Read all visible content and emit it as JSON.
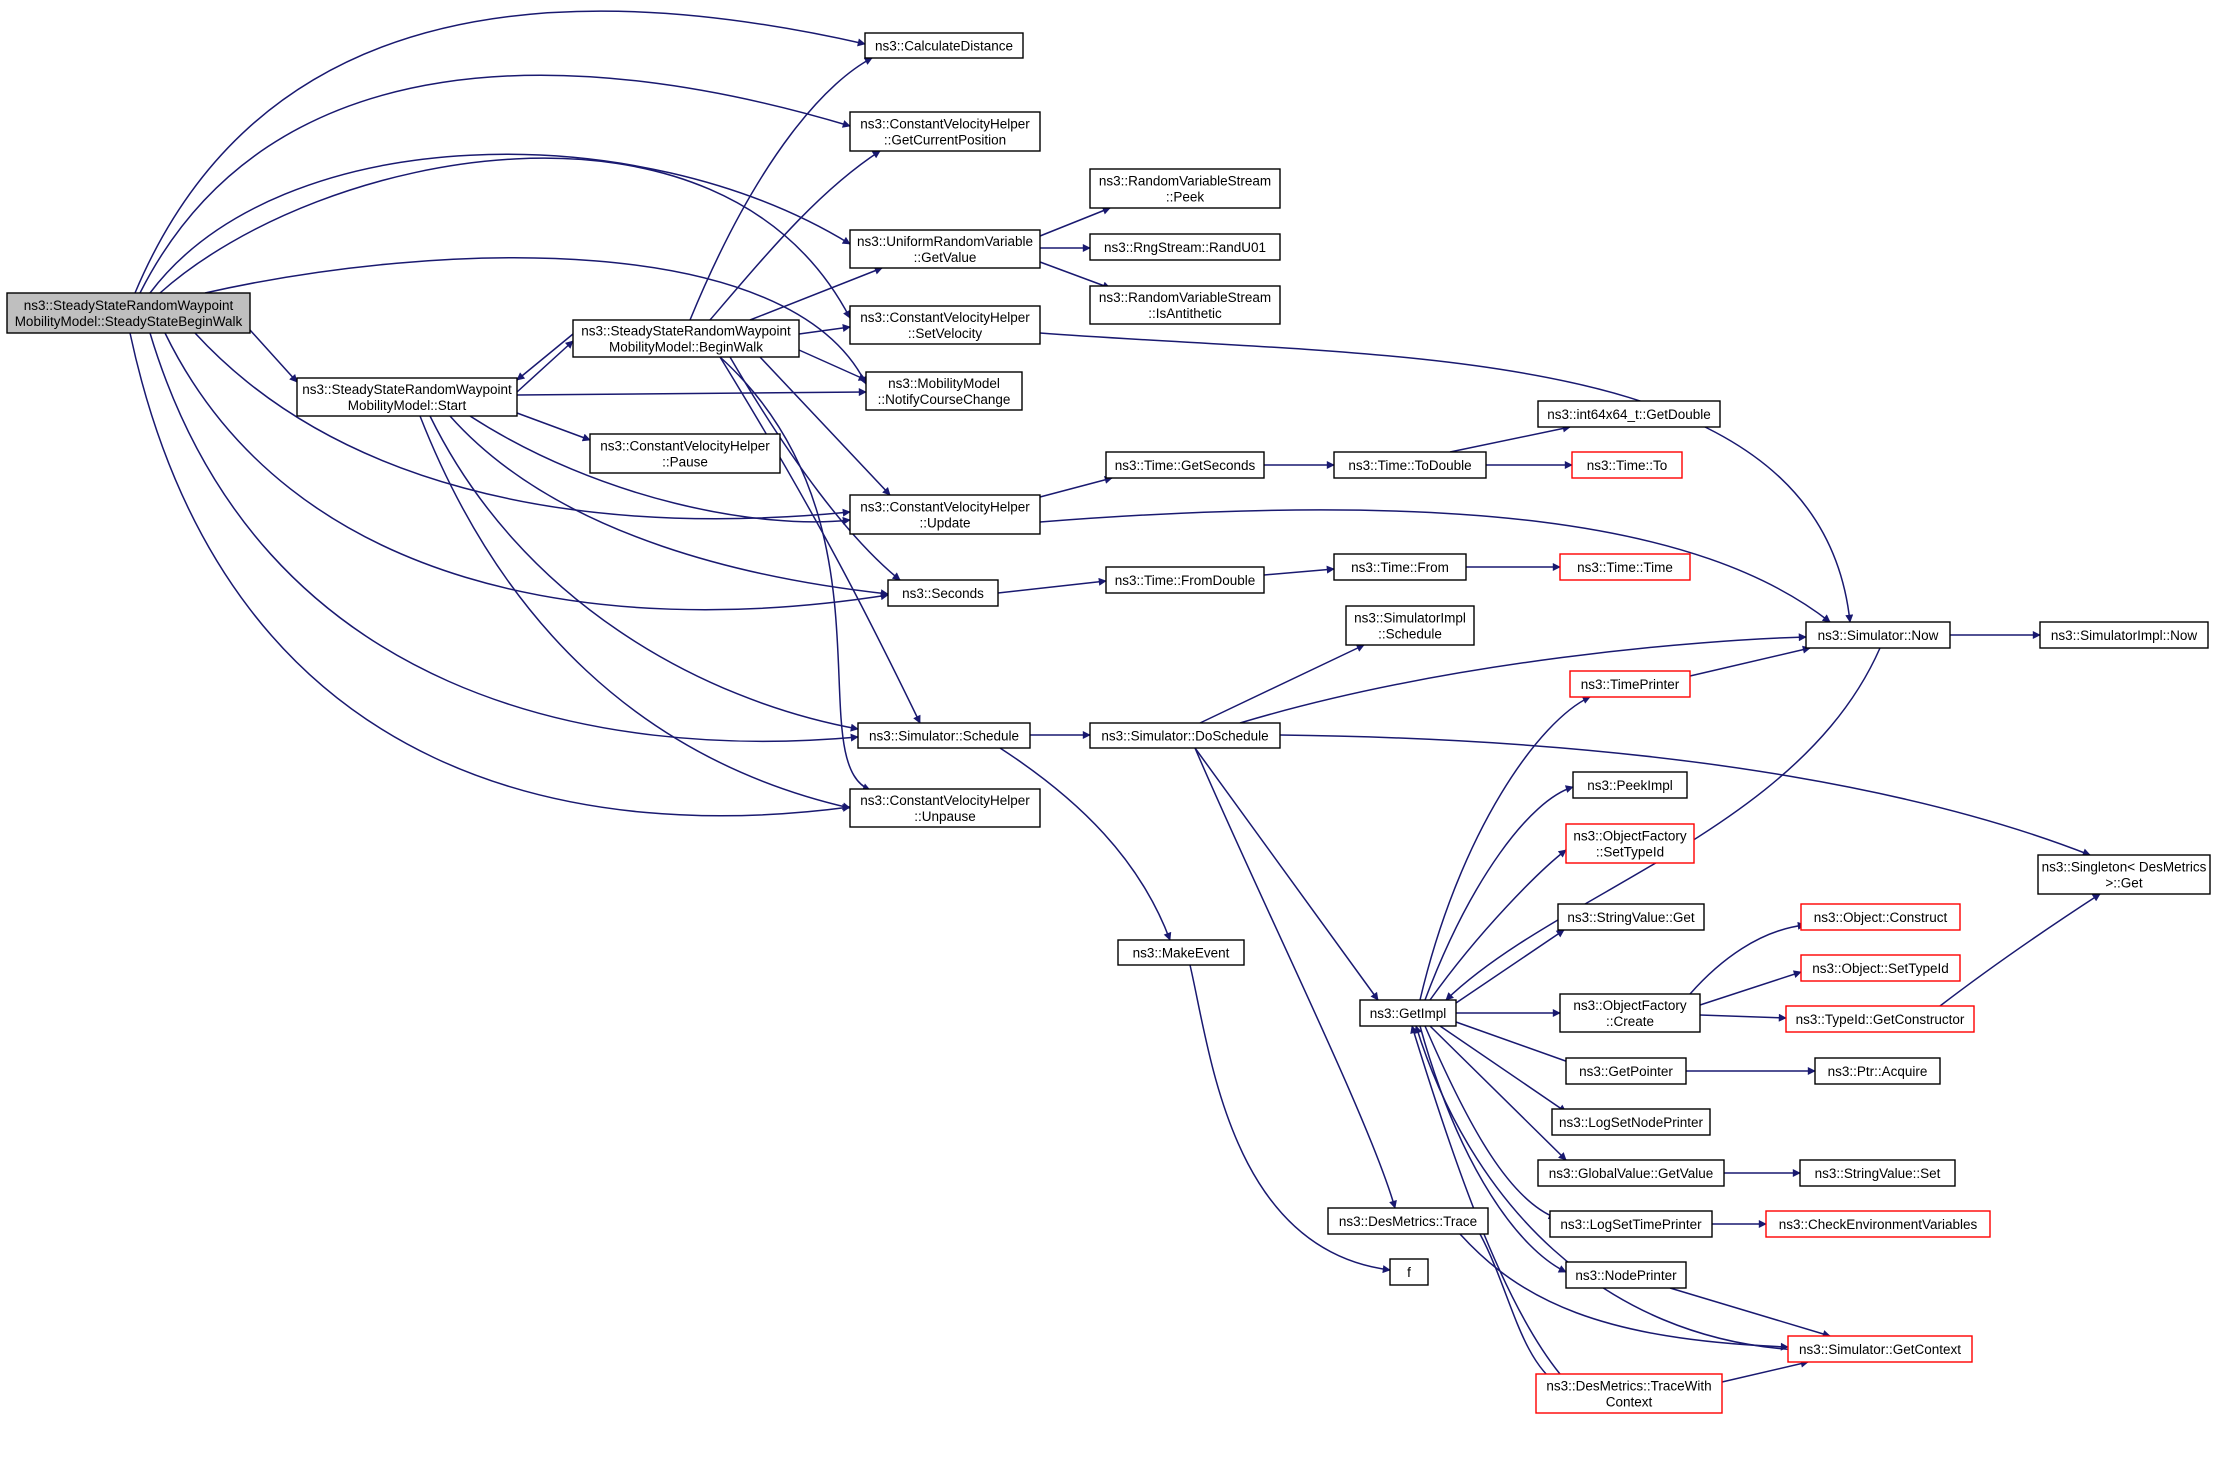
{
  "nodes": [
    {
      "id": "root",
      "lines": [
        "ns3::SteadyStateRandomWaypoint",
        "MobilityModel::SteadyStateBeginWalk"
      ],
      "style": "root"
    },
    {
      "id": "start",
      "lines": [
        "ns3::SteadyStateRandomWaypoint",
        "MobilityModel::Start"
      ],
      "style": "normal"
    },
    {
      "id": "beginwalk",
      "lines": [
        "ns3::SteadyStateRandomWaypoint",
        "MobilityModel::BeginWalk"
      ],
      "style": "normal"
    },
    {
      "id": "calcdist",
      "lines": [
        "ns3::CalculateDistance"
      ],
      "style": "normal"
    },
    {
      "id": "getcurpos",
      "lines": [
        "ns3::ConstantVelocityHelper",
        "::GetCurrentPosition"
      ],
      "style": "normal"
    },
    {
      "id": "urvgetvalue",
      "lines": [
        "ns3::UniformRandomVariable",
        "::GetValue"
      ],
      "style": "normal"
    },
    {
      "id": "setvelocity",
      "lines": [
        "ns3::ConstantVelocityHelper",
        "::SetVelocity"
      ],
      "style": "normal"
    },
    {
      "id": "notifycourse",
      "lines": [
        "ns3::MobilityModel",
        "::NotifyCourseChange"
      ],
      "style": "normal"
    },
    {
      "id": "pause",
      "lines": [
        "ns3::ConstantVelocityHelper",
        "::Pause"
      ],
      "style": "normal"
    },
    {
      "id": "update",
      "lines": [
        "ns3::ConstantVelocityHelper",
        "::Update"
      ],
      "style": "normal"
    },
    {
      "id": "seconds",
      "lines": [
        "ns3::Seconds"
      ],
      "style": "normal"
    },
    {
      "id": "simschedule",
      "lines": [
        "ns3::Simulator::Schedule"
      ],
      "style": "normal"
    },
    {
      "id": "unpause",
      "lines": [
        "ns3::ConstantVelocityHelper",
        "::Unpause"
      ],
      "style": "normal"
    },
    {
      "id": "rvspeek",
      "lines": [
        "ns3::RandomVariableStream",
        "::Peek"
      ],
      "style": "normal"
    },
    {
      "id": "randu01",
      "lines": [
        "ns3::RngStream::RandU01"
      ],
      "style": "normal"
    },
    {
      "id": "isanti",
      "lines": [
        "ns3::RandomVariableStream",
        "::IsAntithetic"
      ],
      "style": "normal"
    },
    {
      "id": "getseconds",
      "lines": [
        "ns3::Time::GetSeconds"
      ],
      "style": "normal"
    },
    {
      "id": "todouble",
      "lines": [
        "ns3::Time::ToDouble"
      ],
      "style": "normal"
    },
    {
      "id": "int64getdouble",
      "lines": [
        "ns3::int64x64_t::GetDouble"
      ],
      "style": "normal"
    },
    {
      "id": "timeto",
      "lines": [
        "ns3::Time::To"
      ],
      "style": "red"
    },
    {
      "id": "fromdouble",
      "lines": [
        "ns3::Time::FromDouble"
      ],
      "style": "normal"
    },
    {
      "id": "timefrom",
      "lines": [
        "ns3::Time::From"
      ],
      "style": "normal"
    },
    {
      "id": "timetime",
      "lines": [
        "ns3::Time::Time"
      ],
      "style": "red"
    },
    {
      "id": "simimplschedule",
      "lines": [
        "ns3::SimulatorImpl",
        "::Schedule"
      ],
      "style": "normal"
    },
    {
      "id": "simnow",
      "lines": [
        "ns3::Simulator::Now"
      ],
      "style": "normal"
    },
    {
      "id": "simimplnow",
      "lines": [
        "ns3::SimulatorImpl::Now"
      ],
      "style": "normal"
    },
    {
      "id": "timeprinter",
      "lines": [
        "ns3::TimePrinter"
      ],
      "style": "red"
    },
    {
      "id": "doschedule",
      "lines": [
        "ns3::Simulator::DoSchedule"
      ],
      "style": "normal"
    },
    {
      "id": "peekimpl",
      "lines": [
        "ns3::PeekImpl"
      ],
      "style": "normal"
    },
    {
      "id": "ofsettypeid",
      "lines": [
        "ns3::ObjectFactory",
        "::SetTypeId"
      ],
      "style": "red"
    },
    {
      "id": "singletonget",
      "lines": [
        "ns3::Singleton< DesMetrics",
        " >::Get"
      ],
      "style": "normal"
    },
    {
      "id": "makeevent",
      "lines": [
        "ns3::MakeEvent"
      ],
      "style": "normal"
    },
    {
      "id": "stringvalueget",
      "lines": [
        "ns3::StringValue::Get"
      ],
      "style": "normal"
    },
    {
      "id": "objconstruct",
      "lines": [
        "ns3::Object::Construct"
      ],
      "style": "red"
    },
    {
      "id": "objsettypeid",
      "lines": [
        "ns3::Object::SetTypeId"
      ],
      "style": "red"
    },
    {
      "id": "getimpl",
      "lines": [
        "ns3::GetImpl"
      ],
      "style": "normal"
    },
    {
      "id": "ofcreate",
      "lines": [
        "ns3::ObjectFactory",
        "::Create"
      ],
      "style": "normal"
    },
    {
      "id": "typeidgetctor",
      "lines": [
        "ns3::TypeId::GetConstructor"
      ],
      "style": "red"
    },
    {
      "id": "getpointer",
      "lines": [
        "ns3::GetPointer"
      ],
      "style": "normal"
    },
    {
      "id": "ptracquire",
      "lines": [
        "ns3::Ptr::Acquire"
      ],
      "style": "normal"
    },
    {
      "id": "logsetnodeprinter",
      "lines": [
        "ns3::LogSetNodePrinter"
      ],
      "style": "normal"
    },
    {
      "id": "gvgetvalue",
      "lines": [
        "ns3::GlobalValue::GetValue"
      ],
      "style": "normal"
    },
    {
      "id": "stringvalueset",
      "lines": [
        "ns3::StringValue::Set"
      ],
      "style": "normal"
    },
    {
      "id": "logsettimeprinter",
      "lines": [
        "ns3::LogSetTimePrinter"
      ],
      "style": "normal"
    },
    {
      "id": "checkenv",
      "lines": [
        "ns3::CheckEnvironmentVariables"
      ],
      "style": "red"
    },
    {
      "id": "destrace",
      "lines": [
        "ns3::DesMetrics::Trace"
      ],
      "style": "normal"
    },
    {
      "id": "f",
      "lines": [
        "f"
      ],
      "style": "normal"
    },
    {
      "id": "nodeprinter",
      "lines": [
        "ns3::NodePrinter"
      ],
      "style": "normal"
    },
    {
      "id": "simgetcontext",
      "lines": [
        "ns3::Simulator::GetContext"
      ],
      "style": "red"
    },
    {
      "id": "destracewith",
      "lines": [
        "ns3::DesMetrics::TraceWith",
        "Context"
      ],
      "style": "red"
    }
  ]
}
